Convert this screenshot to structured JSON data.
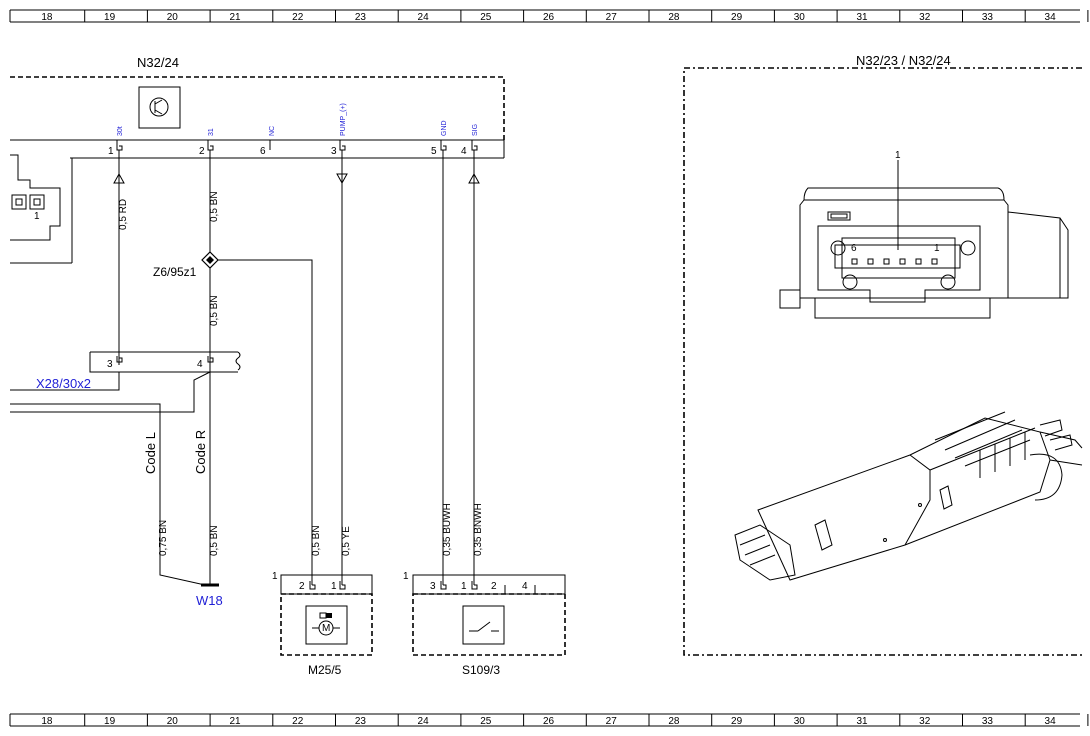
{
  "ruler": {
    "columns": [
      "18",
      "19",
      "20",
      "21",
      "22",
      "23",
      "24",
      "25",
      "26",
      "27",
      "28",
      "29",
      "30",
      "31",
      "32",
      "33",
      "34"
    ]
  },
  "components": {
    "control_unit": "N32/24",
    "connector_view_title": "N32/23 / N32/24",
    "splice": "Z6/95z1",
    "connector": "X28/30x2",
    "ground": "W18",
    "pump_motor": "M25/5",
    "switch": "S109/3"
  },
  "control_unit_pins": [
    {
      "pin": "1",
      "signal": "30t"
    },
    {
      "pin": "2",
      "signal": "31"
    },
    {
      "pin": "6",
      "signal": "NC"
    },
    {
      "pin": "3",
      "signal": "PUMP_(+)"
    },
    {
      "pin": "5",
      "signal": "GND"
    },
    {
      "pin": "4",
      "signal": "SIG"
    }
  ],
  "wires": {
    "rd_pin1": "0,5 RD",
    "bn_pin2": "0,5 BN",
    "bn_below_splice": "0,5 BN",
    "bn_w18_left": "0,75 BN",
    "bn_w18_right": "0,5 BN",
    "bn_motor": "0,5 BN",
    "ye_motor": "0,5 YE",
    "buwh": "0,35 BUWH",
    "bnwh": "0,35 BNWH"
  },
  "codes": {
    "left": "Code L",
    "right": "Code R"
  },
  "connector_pins": {
    "x28_pin_a": "3",
    "x28_pin_b": "4",
    "motor_index": "1",
    "motor_pin_a": "2",
    "motor_pin_b": "1",
    "switch_index": "1",
    "switch_pin_a": "3",
    "switch_pin_b": "1",
    "switch_pin_c": "2",
    "switch_pin_d": "4"
  },
  "pin_marks": {
    "left_stub_pin": "1",
    "callout": "1",
    "face_left": "6",
    "face_right": "1"
  },
  "colors": {
    "line": "#000000",
    "label_blue": "#1f1fd6",
    "background": "#ffffff"
  }
}
